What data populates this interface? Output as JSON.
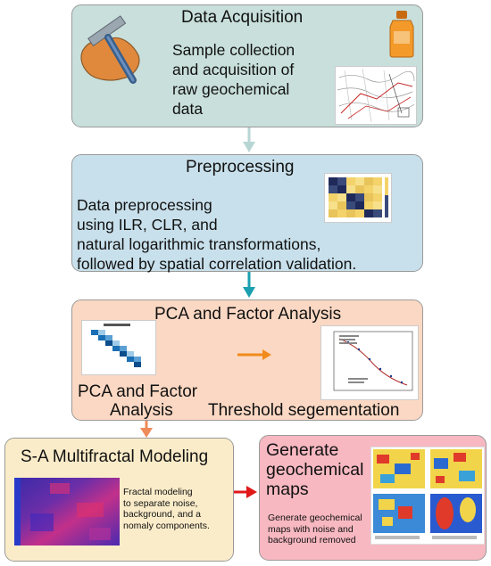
{
  "acquisition": {
    "title": "Data Acquisition",
    "description": [
      "Sample collection",
      "and acquisition of",
      "raw geochemical",
      "data"
    ]
  },
  "preprocessing": {
    "title": "Preprocessing",
    "description": [
      "Data preprocessing",
      "using ILR, CLR, and",
      "natural logarithmic transformations,",
      "followed by spatial correlation validation."
    ]
  },
  "pca": {
    "title": "PCA and Factor Analysis",
    "left_label": [
      "PCA and Factor",
      "Analysis"
    ],
    "right_label": "Threshold segementation"
  },
  "sa": {
    "title": "S-A Multifractal Modeling",
    "description": [
      "Fractal modeling",
      "to separate noise,",
      "background, and a",
      "nomaly components."
    ]
  },
  "maps": {
    "title": [
      "Generate",
      "geochemical",
      "maps"
    ],
    "description": [
      "Generate geochemical",
      "maps with noise and",
      "background removed"
    ]
  },
  "colors": {
    "acquisition_bg": "#c8dfdb",
    "preprocessing_bg": "#c8e0eb",
    "pca_bg": "#fbd8c3",
    "sa_bg": "#fbecc9",
    "maps_bg": "#f7b8c1",
    "arrow1": "#b7d6d3",
    "arrow2": "#1aa0b0",
    "arrow3": "#ef8a5a",
    "arrow_inner": "#f08a1c",
    "arrow5": "#e01818"
  },
  "icons": [
    "hammer-rock-icon",
    "sample-bottle-icon"
  ]
}
